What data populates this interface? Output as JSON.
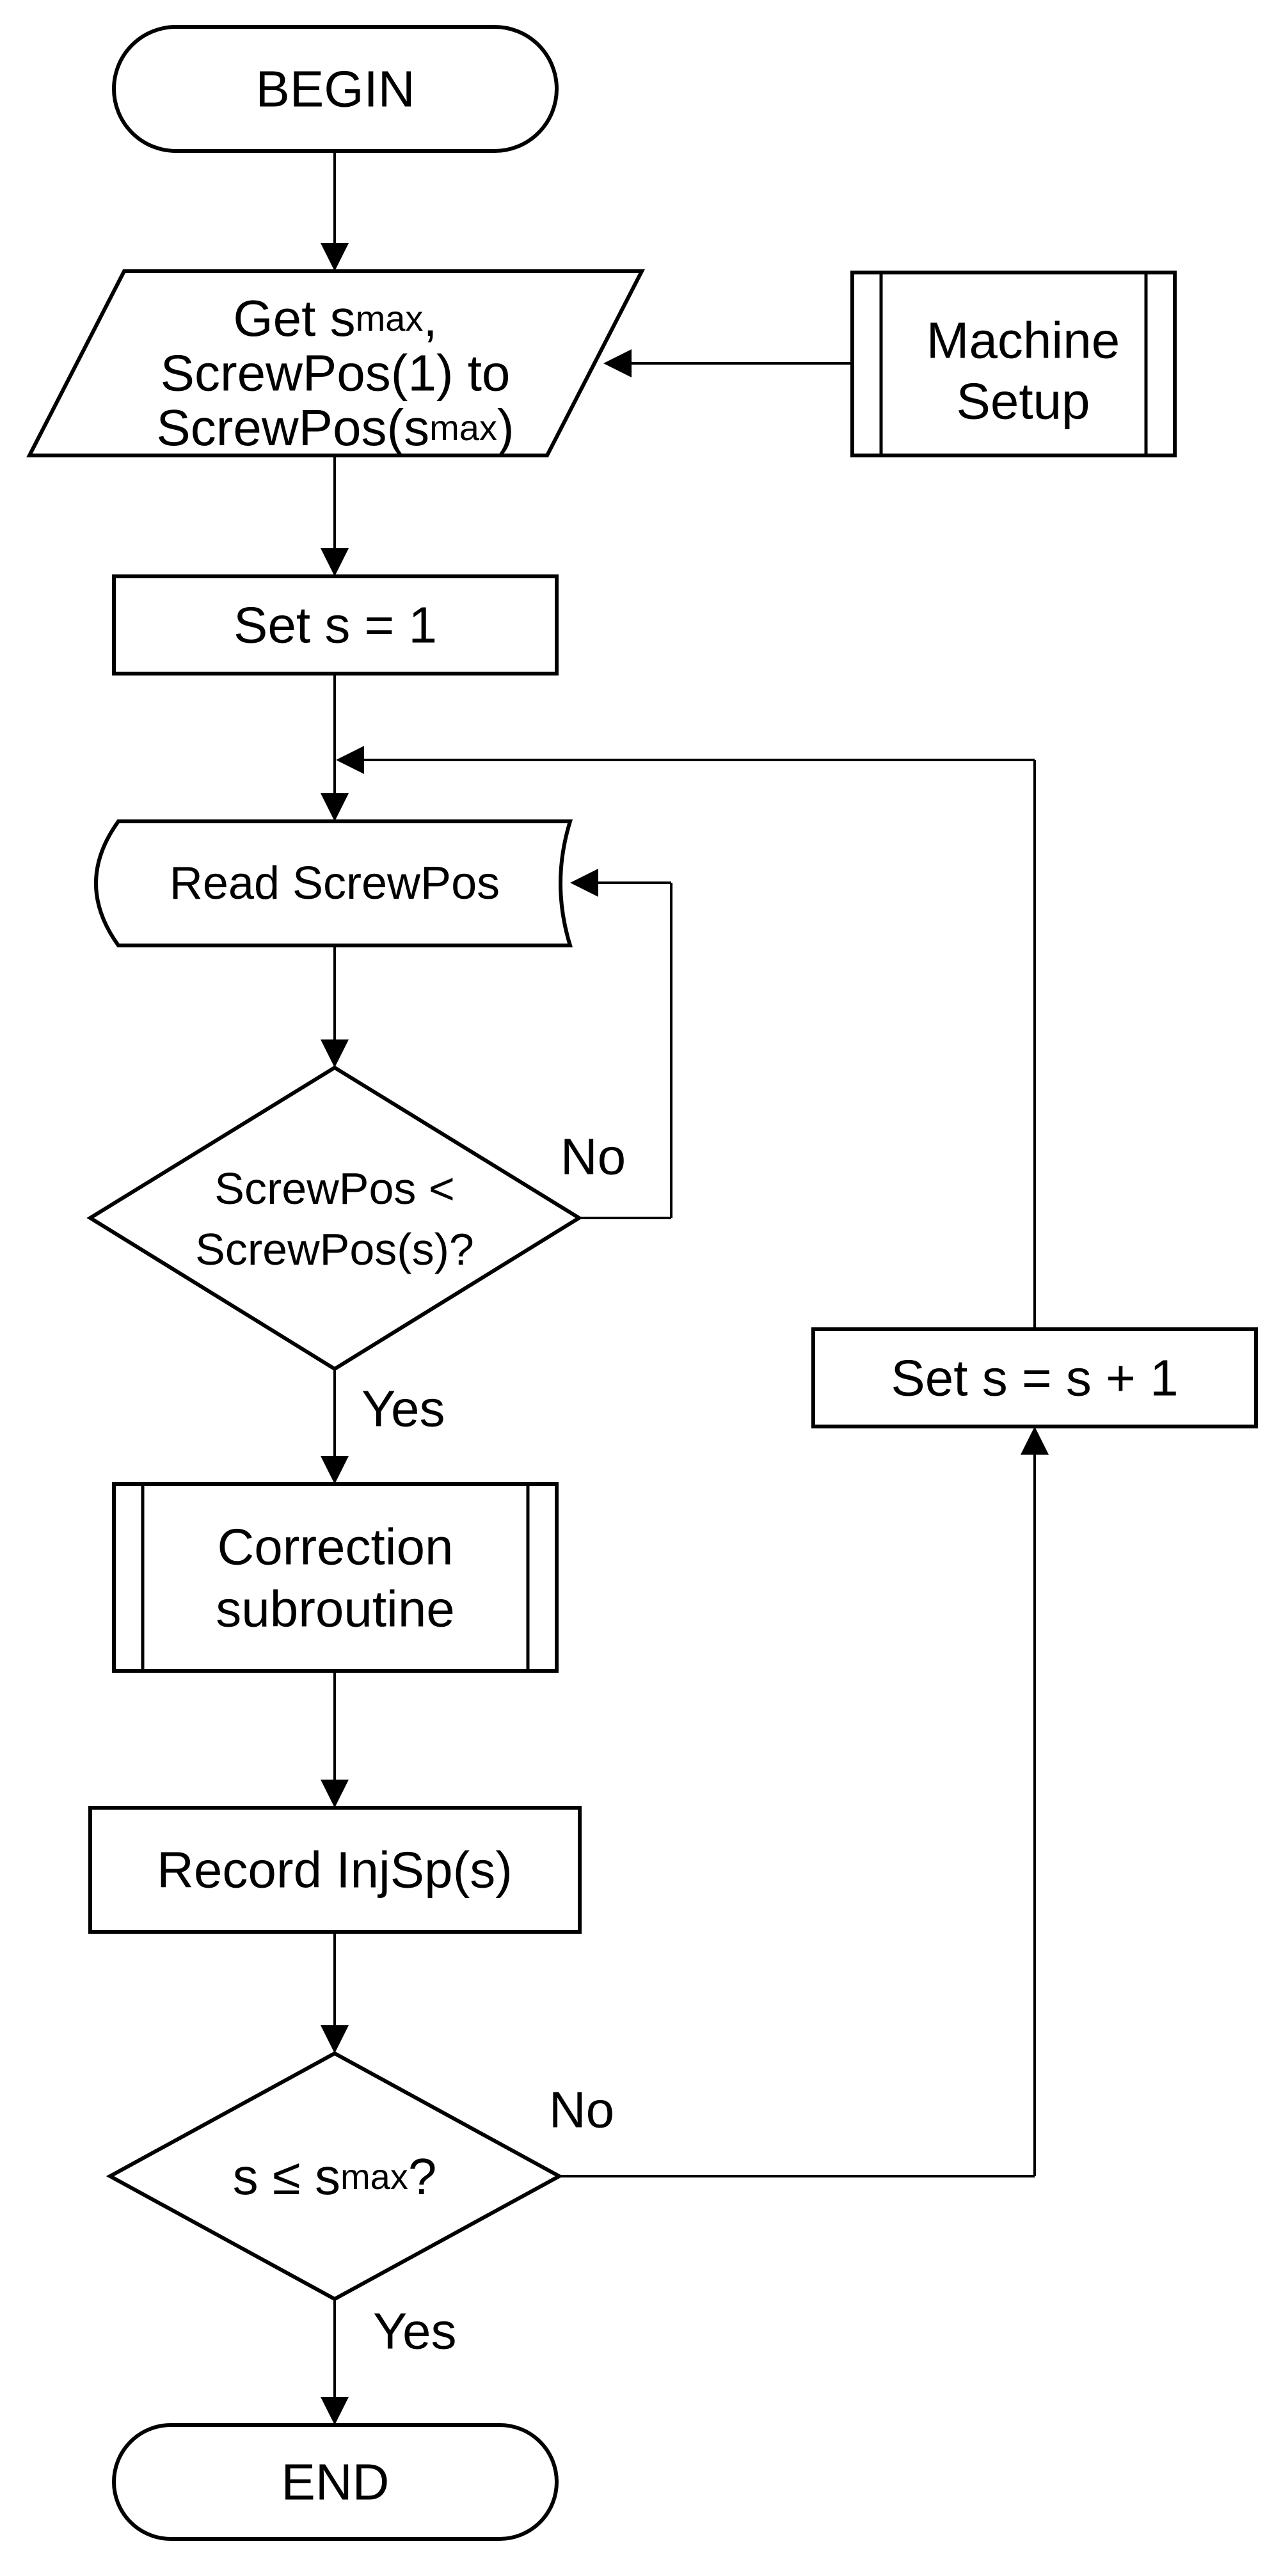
{
  "diagram": {
    "begin": "BEGIN",
    "get_input": {
      "line1_prefix": "Get s",
      "line1_sub": "max",
      "line1_suffix": ",",
      "line2": "ScrewPos(1) to",
      "line3_prefix": "ScrewPos(s",
      "line3_sub": "max",
      "line3_suffix": ")"
    },
    "machine_setup": {
      "line1": "Machine",
      "line2": "Setup"
    },
    "set_s_1": "Set s = 1",
    "read_screwpos": "Read ScrewPos",
    "decision1": {
      "line1": "ScrewPos <",
      "line2": "ScrewPos(s)?",
      "no": "No",
      "yes": "Yes"
    },
    "correction": {
      "line1": "Correction",
      "line2": "subroutine"
    },
    "record": "Record InjSp(s)",
    "decision2": {
      "prefix": "s ≤ s",
      "sub": "max",
      "suffix": "?",
      "no": "No",
      "yes": "Yes"
    },
    "increment": "Set s = s + 1",
    "end": "END"
  }
}
